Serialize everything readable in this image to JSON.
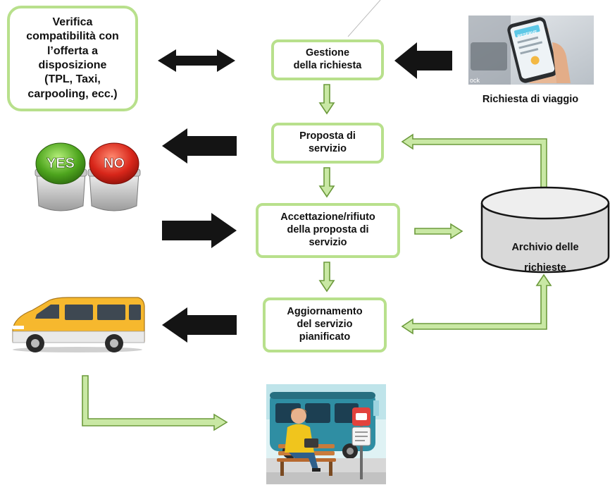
{
  "diagram": {
    "boxes": {
      "verifica": "Verifica\ncompatibilità con\nl’offerta a\ndisposizione\n(TPL, Taxi,\ncarpooling, ecc.)",
      "gestione": "Gestione\ndella richiesta",
      "proposta": "Proposta di\nservizio",
      "accettazione": "Accettazione/rifiuto\ndella proposta di\nservizio",
      "aggiornamento": "Aggiornamento\ndel servizio\npianificato"
    },
    "database_label": "Archivio delle\nrichieste",
    "travel_request_caption": "Richiesta di viaggio",
    "buttons": {
      "yes": "YES",
      "no": "NO"
    },
    "phone_screen_text": "RESERVE",
    "photo_watermark": "ock"
  },
  "colors": {
    "box_border": "#b8e08c",
    "green_arrow_fill": "#c9e8a4",
    "green_arrow_stroke": "#6c9a3c",
    "black_arrow": "#141414",
    "database_fill": "#d9d9d9"
  },
  "icons": [
    "smartphone-photo",
    "yes-no-buttons",
    "minibus",
    "bus-stop-illustration"
  ]
}
